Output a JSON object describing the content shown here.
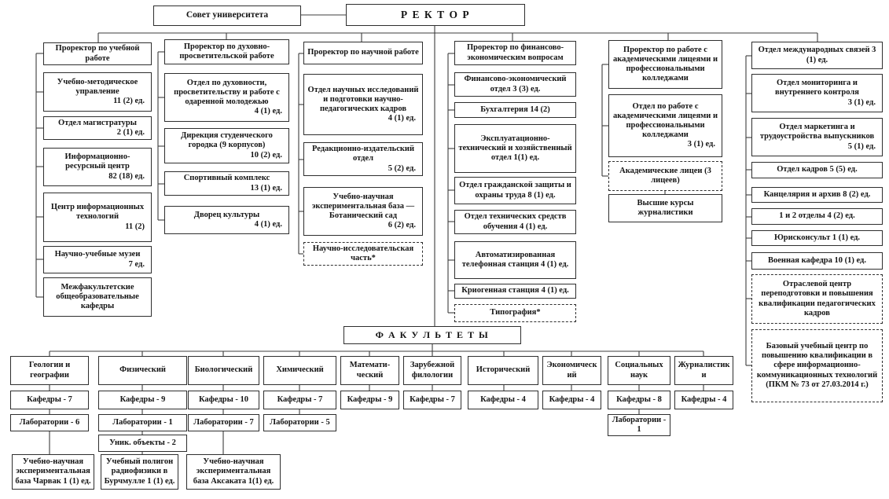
{
  "header": {
    "council": "Совет университета",
    "rector": "Р Е К Т О Р",
    "faculties": "Ф А К У Л Ь Т Е Т Ы"
  },
  "columns": [
    {
      "title": "Проректор по учебной работе",
      "items": [
        {
          "label": "Учебно-методическое управление",
          "count": "11 (2) ед."
        },
        {
          "label": "Отдел магистратуры",
          "count": "2 (1) ед."
        },
        {
          "label": "Информационно-ресурсный центр",
          "count": "82 (18) ед."
        },
        {
          "label": "Центр информационных технологий",
          "count": "11 (2)"
        },
        {
          "label": "Научно-учебные музеи",
          "count": "7 ед."
        },
        {
          "label": "Межфакультетские общеобразовательные кафедры"
        }
      ]
    },
    {
      "title": "Проректор по духовно-просветительской работе",
      "items": [
        {
          "label": "Отдел по духовности, просветительству и работе с одаренной молодежью",
          "count": "4 (1) ед."
        },
        {
          "label": "Дирекция студенческого городка (9 корпусов)",
          "count": "10 (2) ед."
        },
        {
          "label": "Спортивный комплекс",
          "count": "13 (1) ед."
        },
        {
          "label": "Дворец культуры",
          "count": "4 (1) ед."
        }
      ]
    },
    {
      "title": "Проректор по научной работе",
      "items": [
        {
          "label": "Отдел научных исследований и подготовки научно-педагогических кадров",
          "count": "4 (1) ед."
        },
        {
          "label": "Редакционно-издательский отдел",
          "count": "5 (2) ед."
        },
        {
          "label": "Учебно-научная экспериментальная база — Ботанический сад",
          "count": "6 (2) ед."
        },
        {
          "label": "Научно-исследовательская часть*"
        }
      ]
    },
    {
      "title": "Проректор по финансово-экономическим вопросам",
      "items": [
        {
          "label": "Финансово-экономический отдел 3 (3) ед."
        },
        {
          "label": "Бухгалтерия 14 (2)"
        },
        {
          "label": "Эксплуатационно-технический и хозяйственный отдел 1(1) ед."
        },
        {
          "label": "Отдел гражданской защиты и охраны труда 8 (1) ед."
        },
        {
          "label": "Отдел технических средств обучения 4 (1) ед."
        },
        {
          "label": "Автоматизированная телефонная станция 4 (1) ед."
        },
        {
          "label": "Криогенная станция 4 (1) ед."
        },
        {
          "label": "Типография*"
        }
      ]
    },
    {
      "title": "Проректор по работе с академическими лицеями и профессиональными колледжами",
      "items": [
        {
          "label": "Отдел по работе с академическими лицеями и профессиональными колледжами",
          "count": "3 (1) ед."
        },
        {
          "label": "Академические лицеи (3 лицеев)"
        },
        {
          "label": "Высшие курсы журналистики"
        }
      ]
    },
    {
      "items": [
        {
          "label": "Отдел международных связей 3 (1) ед."
        },
        {
          "label": "Отдел мониторинга и внутреннего контроля",
          "count": "3 (1) ед."
        },
        {
          "label": "Отдел маркетинга и трудоустройства выпускников",
          "count": "5 (1) ед."
        },
        {
          "label": "Отдел кадров 5 (5) ед."
        },
        {
          "label": "Канцелярия и архив 8 (2) ед."
        },
        {
          "label": "1 и 2 отделы 4 (2) ед."
        },
        {
          "label": "Юрисконсульт 1 (1) ед."
        },
        {
          "label": "Военная кафедра 10 (1) ед."
        },
        {
          "label": "Отраслевой центр переподготовки и повышения квалификации педагогических кадров"
        },
        {
          "label": "Базовый учебный центр по повышению квалификации в сфере информационно-коммуникационных технологий (ПКМ № 73 от 27.03.2014 г.)"
        }
      ]
    }
  ],
  "faculties": [
    {
      "name": "Геологии и географии",
      "chairs": "Кафедры - 7",
      "labs": "Лаборатории - 6"
    },
    {
      "name": "Физический",
      "chairs": "Кафедры - 9",
      "labs": "Лаборатории - 1",
      "extra": "Уник. объекты - 2"
    },
    {
      "name": "Биологический",
      "chairs": "Кафедры - 10",
      "labs": "Лаборатории - 7"
    },
    {
      "name": "Химический",
      "chairs": "Кафедры - 7",
      "labs": "Лаборатории - 5"
    },
    {
      "name": "Математи-ческий",
      "chairs": "Кафедры - 9"
    },
    {
      "name": "Зарубежной филологии",
      "chairs": "Кафедры - 7"
    },
    {
      "name": "Исторический",
      "chairs": "Кафедры - 4"
    },
    {
      "name": "Экономический",
      "chairs": "Кафедры - 4"
    },
    {
      "name": "Социальных наук",
      "chairs": "Кафедры - 8",
      "labs": "Лаборатории - 1"
    },
    {
      "name": "Журналистики",
      "chairs": "Кафедры - 4"
    }
  ],
  "bases": [
    {
      "label": "Учебно-научная экспериментальная база Чарвак 1 (1) ед."
    },
    {
      "label": "Учебный полигон радиофизики в Бурчмулле 1 (1) ед."
    },
    {
      "label": "Учебно-научная экспериментальная база Аксаката 1(1) ед."
    }
  ]
}
